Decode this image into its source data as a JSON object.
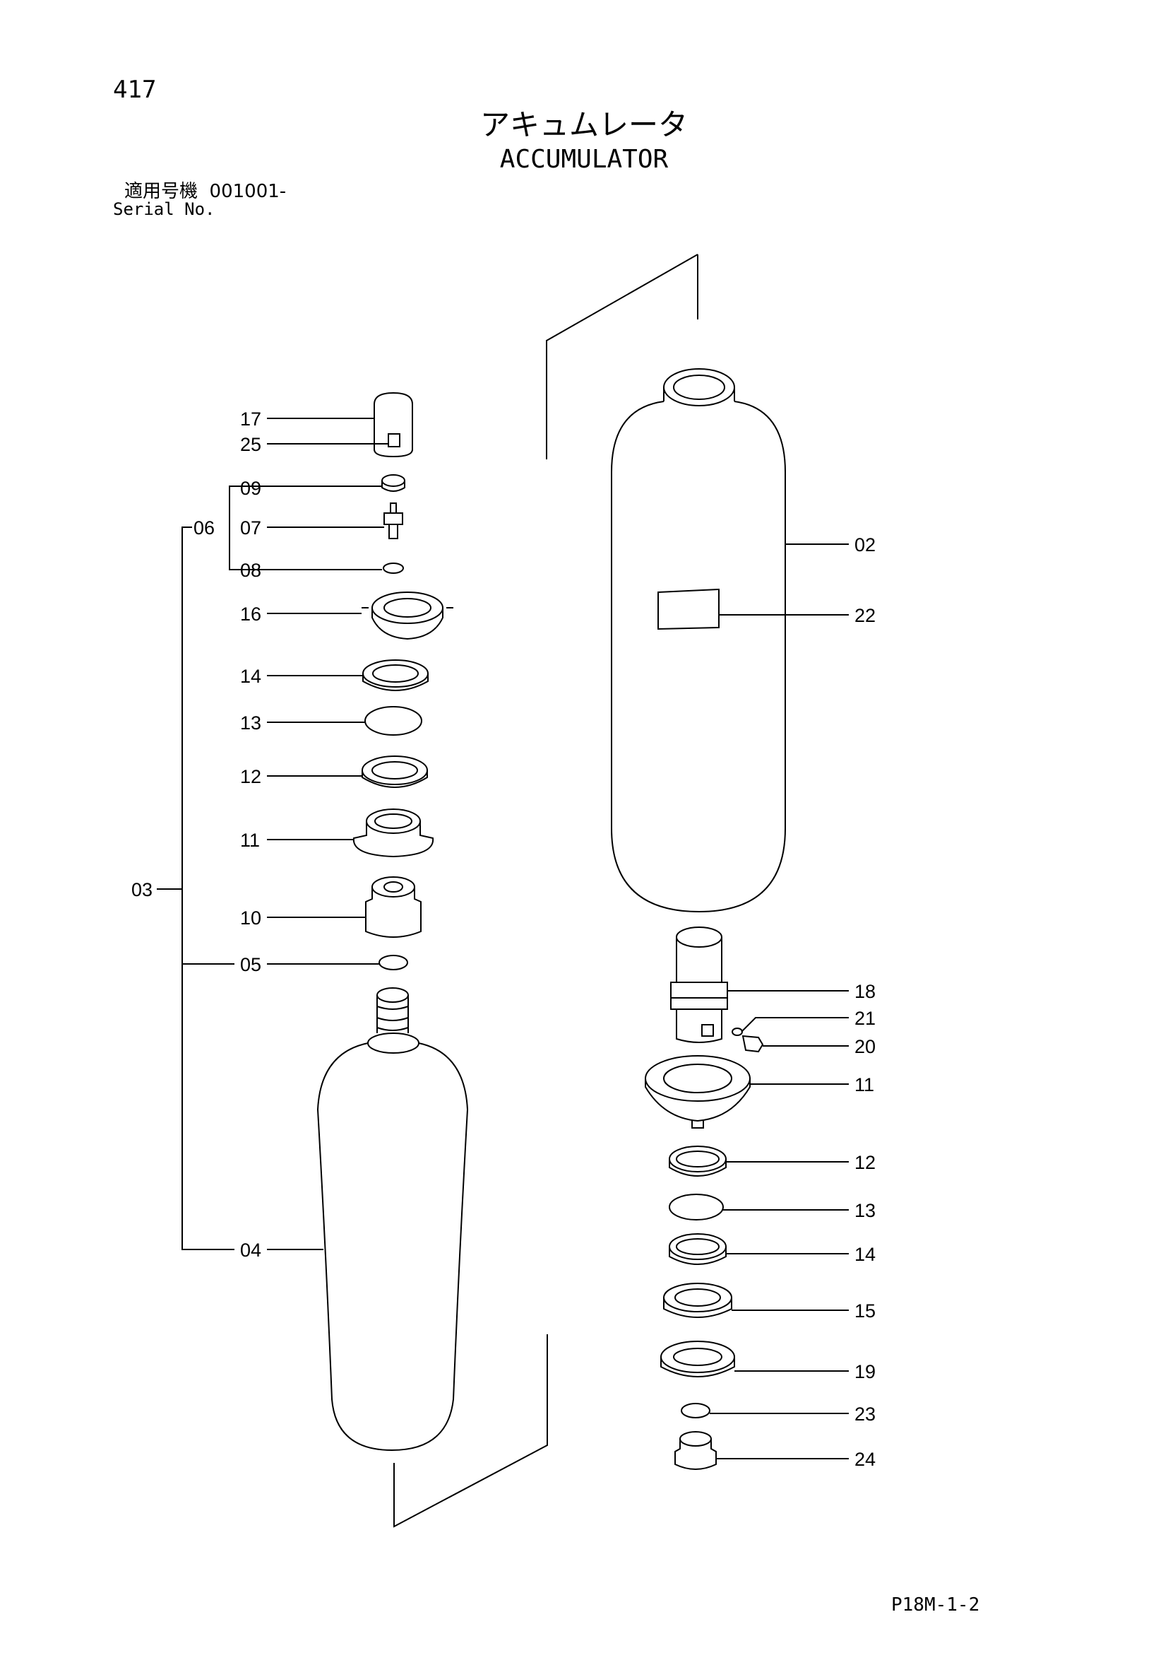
{
  "page_number": "417",
  "title_jp": "アキュムレータ",
  "title_en": "ACCUMULATOR",
  "serial_label_jp": "適用号機",
  "serial_value": "001001-",
  "serial_label_en": "Serial No.",
  "drawing_code": "P18M-1-2",
  "left_callouts": [
    "17",
    "25",
    "09",
    "07",
    "08",
    "16",
    "14",
    "13",
    "12",
    "11",
    "10",
    "05",
    "04"
  ],
  "group_callouts": [
    "06",
    "03"
  ],
  "right_callouts": [
    "02",
    "22",
    "18",
    "21",
    "20",
    "11",
    "12",
    "13",
    "14",
    "15",
    "19",
    "23",
    "24"
  ]
}
